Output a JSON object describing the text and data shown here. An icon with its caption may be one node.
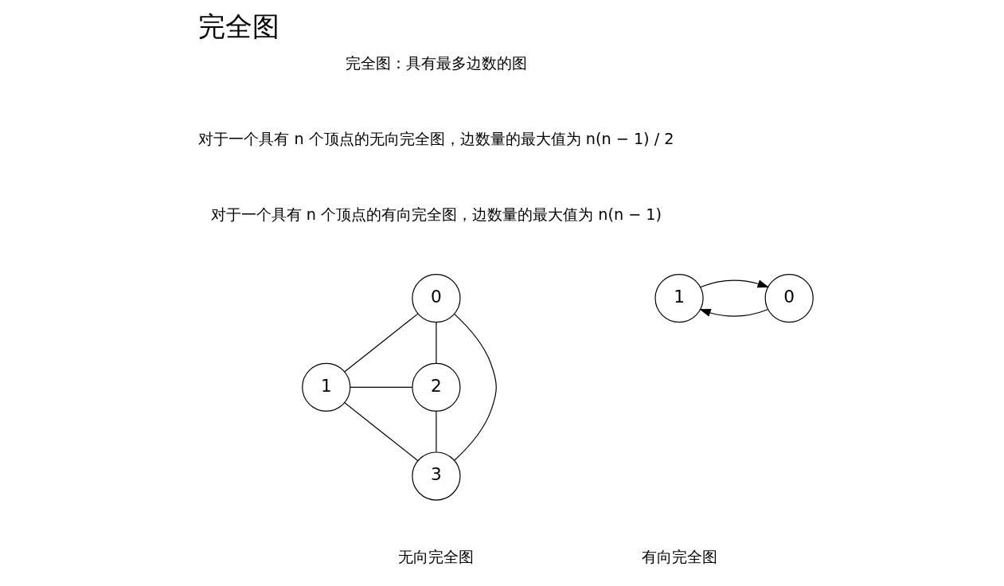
{
  "diagram": {
    "title": "完全图",
    "nodes": [
      {
        "text": [
          "0"
        ]
      },
      {
        "text": [
          "1"
        ]
      },
      {
        "text": [
          "2"
        ]
      },
      {
        "text": [
          "3"
        ]
      },
      {
        "text": [
          "0"
        ]
      },
      {
        "text": [
          "1"
        ]
      }
    ],
    "edges": [
      {
        "from": 0,
        "to": 1,
        "arrow": "none"
      },
      {
        "from": 0,
        "to": 2,
        "arrow": "none"
      },
      {
        "from": 0,
        "to": 3,
        "arrow": "none"
      },
      {
        "from": 1,
        "to": 2,
        "arrow": "none"
      },
      {
        "from": 1,
        "to": 3,
        "arrow": "none"
      },
      {
        "from": 2,
        "to": 3,
        "arrow": "none"
      },
      {
        "from": 4,
        "to": 5,
        "arrow": "to"
      },
      {
        "from": 5,
        "to": 4,
        "arrow": "to"
      }
    ],
    "labels": [
      "完全图：具有最多边数的图",
      "对于一个具有 n 个顶点的无向完全图，边数量的最大值为 n(n − 1) / 2",
      "对于一个具有 n 个顶点的有向完全图，边数量的最大值为 n(n − 1)",
      "无向完全图",
      "有向完全图"
    ]
  }
}
